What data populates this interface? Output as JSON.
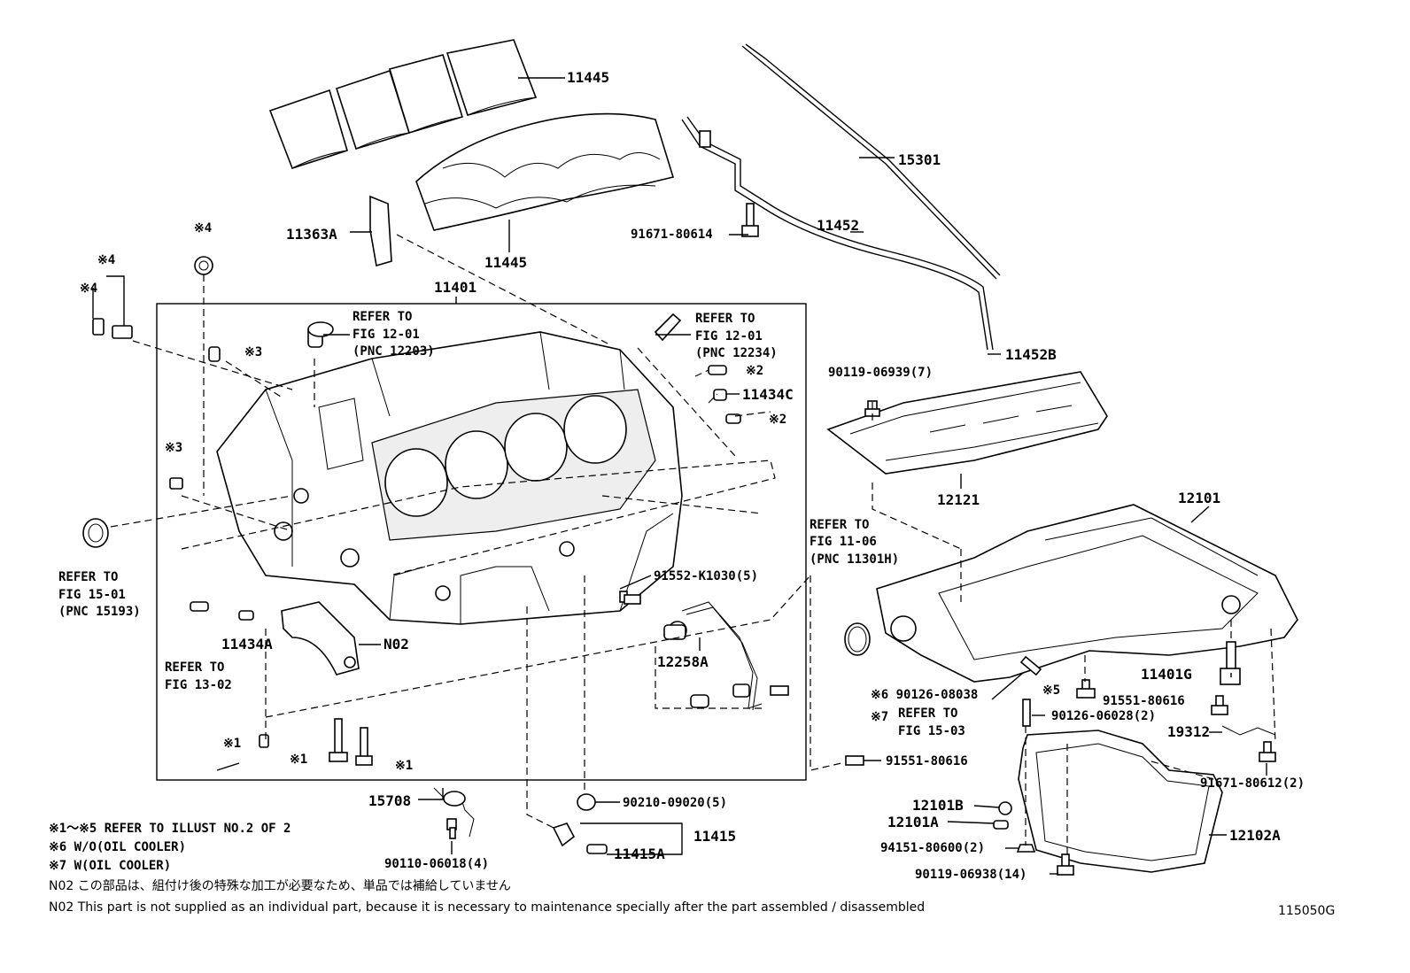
{
  "labels": {
    "p11445a": "11445",
    "p11445b": "11445",
    "p11363a": "11363A",
    "p15301": "15301",
    "p11452": "11452",
    "p91671_80614": "91671-80614",
    "p11401": "11401",
    "p11452b": "11452B",
    "ref_a_1": "REFER TO",
    "ref_a_2": "FIG 12-01",
    "ref_a_3": "(PNC 12203)",
    "ref_b_1": "REFER TO",
    "ref_b_2": "FIG 12-01",
    "ref_b_3": "(PNC 12234)",
    "p90119_06939": "90119-06939(7)",
    "mark2a": "※2",
    "p11434c": "11434C",
    "mark2b": "※2",
    "mark3a": "※3",
    "mark3b": "※3",
    "mark4a": "※4",
    "mark4b": "※4",
    "mark4c": "※4",
    "p12121": "12121",
    "p12101": "12101",
    "ref_c_1": "REFER TO",
    "ref_c_2": "FIG 15-01",
    "ref_c_3": "(PNC 15193)",
    "ref_d_1": "REFER TO",
    "ref_d_2": "FIG 11-06",
    "ref_d_3": "(PNC 11301H)",
    "p91552": "91552-K1030(5)",
    "p11434a": "11434A",
    "n02": "N02",
    "p12258a": "12258A",
    "ref_e_1": "REFER TO",
    "ref_e_2": "FIG 13-02",
    "p11401g": "11401G",
    "mark6_line": "※6 90126-08038",
    "mark5": "※5",
    "p91551_80616a": "91551-80616",
    "mark7": "※7",
    "ref_f_1": "REFER TO",
    "ref_f_2": "FIG 15-03",
    "p90126_06028": "90126-06028(2)",
    "p19312": "19312",
    "mark1a": "※1",
    "mark1b": "※1",
    "mark1c": "※1",
    "p91551_80616b": "91551-80616",
    "p91671_80612": "91671-80612(2)",
    "p15708": "15708",
    "p90210": "90210-09020(5)",
    "p12101b": "12101B",
    "p12101a": "12101A",
    "p11415": "11415",
    "p11415a": "11415A",
    "p12102a": "12102A",
    "p94151": "94151-80600(2)",
    "p90110": "90110-06018(4)",
    "p90119_06938": "90119-06938(14)"
  },
  "notes": {
    "line1": "※1～※5 REFER TO ILLUST NO.2 OF 2",
    "line2": "※6 W/O(OIL COOLER)",
    "line3": "※7 W(OIL COOLER)",
    "line4": "N02 この部品は、組付け後の特殊な加工が必要なため、単品では補給していません",
    "line5": "N02 This part is not supplied as an individual part, because it is necessary to maintenance specially after the part assembled / disassembled"
  },
  "illustration_id": "115050G"
}
